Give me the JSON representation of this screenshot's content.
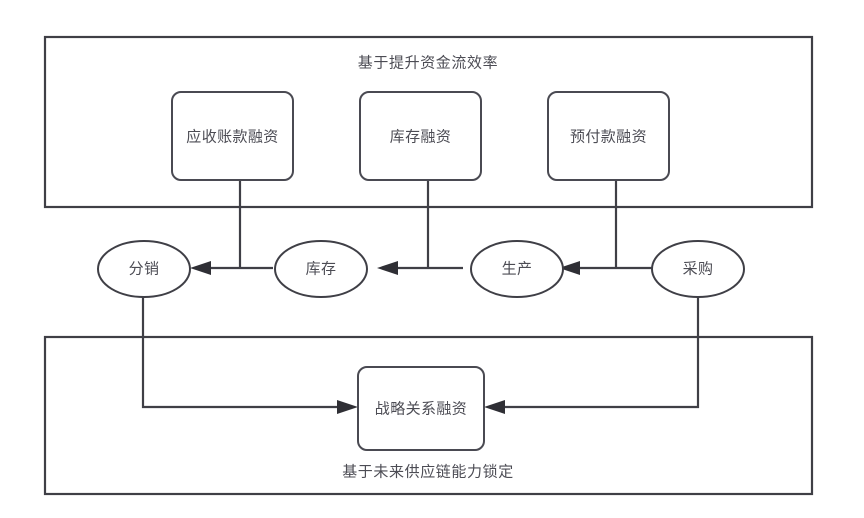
{
  "diagram": {
    "title_top": "基于提升资金流效率",
    "title_bottom": "基于未来供应链能力锁定",
    "colors": {
      "stroke": "#3f3f46",
      "text": "#4c4c54",
      "background": "#ffffff",
      "arrow": "#2f2f35"
    },
    "top_group": {
      "caption": "基于提升资金流效率",
      "boxes": [
        {
          "label": "应收账款融资"
        },
        {
          "label": "库存融资"
        },
        {
          "label": "预付款融资"
        }
      ]
    },
    "chain": {
      "nodes": [
        {
          "label": "分销"
        },
        {
          "label": "库存"
        },
        {
          "label": "生产"
        },
        {
          "label": "采购"
        }
      ],
      "flow_direction": "right-to-left"
    },
    "bottom_group": {
      "caption": "基于未来供应链能力锁定",
      "boxes": [
        {
          "label": "战略关系融资"
        }
      ]
    }
  }
}
